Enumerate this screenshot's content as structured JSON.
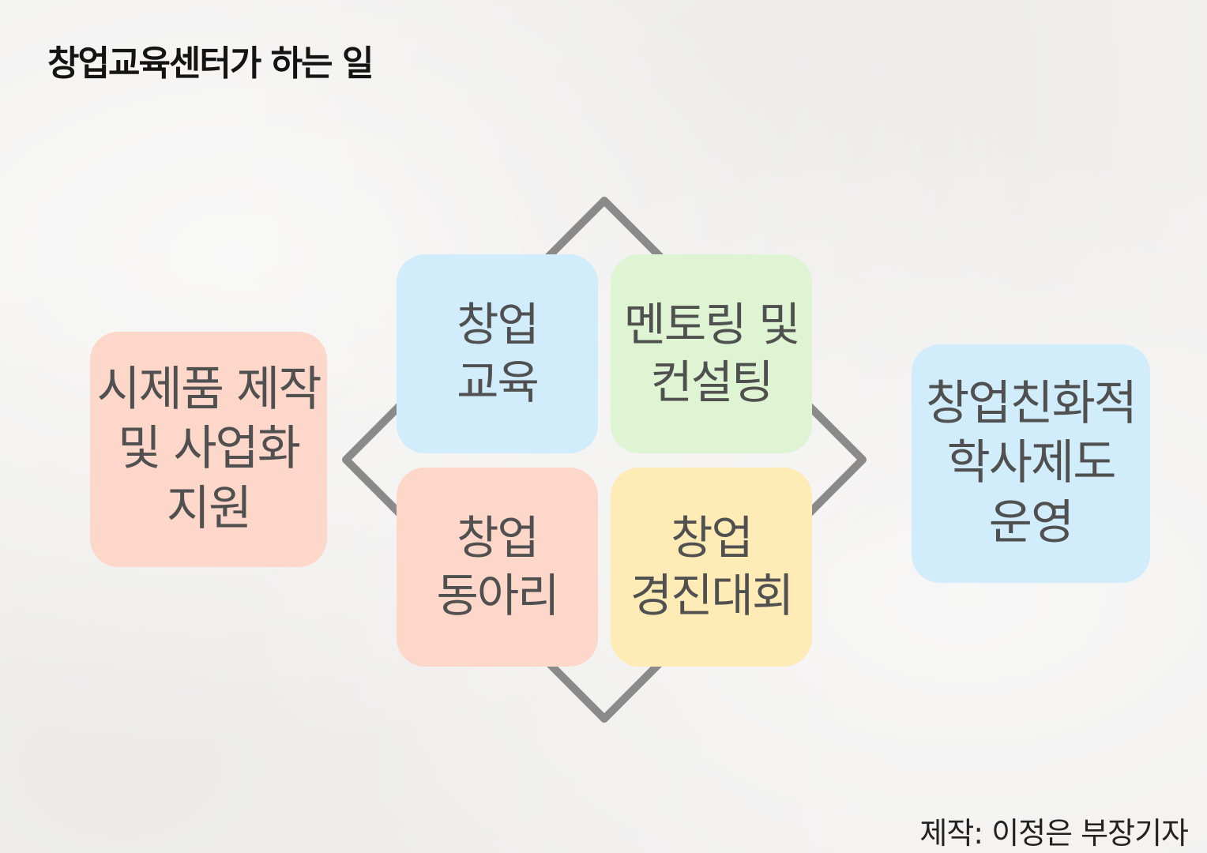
{
  "title": "창업교육센터가 하는 일",
  "center_items": [
    {
      "label": "창업\n교육",
      "color": "#d1ecfb"
    },
    {
      "label": "멘토링 및\n컨설팅",
      "color": "#def4d3"
    },
    {
      "label": "창업\n동아리",
      "color": "#fdd7c9"
    },
    {
      "label": "창업\n경진대회",
      "color": "#feebb6"
    }
  ],
  "left_item": {
    "label": "시제품 제작\n및 사업화\n지원",
    "color": "#fdd7c9"
  },
  "right_item": {
    "label": "창업친화적\n학사제도\n운영",
    "color": "#d1ecfb"
  },
  "diamond_color": "#8a8a8a",
  "credit": "제작: 이정은 부장기자"
}
